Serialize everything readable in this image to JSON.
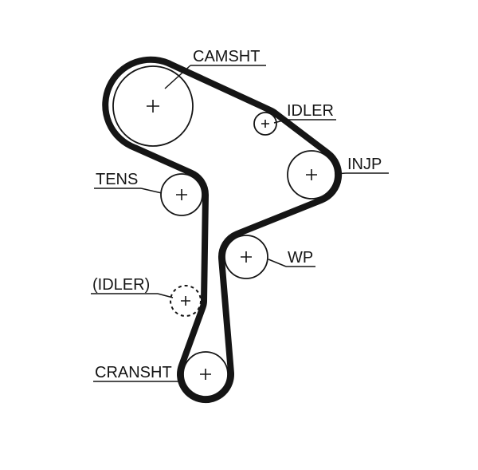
{
  "diagram": {
    "kind": "timing-belt-routing-diagram",
    "colors": {
      "line": "#151515",
      "background": "#ffffff"
    },
    "components": {
      "camshaft": {
        "label": "CAMSHT"
      },
      "idler": {
        "label": "IDLER"
      },
      "injection_pump": {
        "label": "INJP"
      },
      "tensioner": {
        "label": "TENS"
      },
      "water_pump": {
        "label": "WP"
      },
      "optional_idler": {
        "label": "(IDLER)"
      },
      "crankshaft": {
        "label": "CRANSHT"
      }
    }
  }
}
